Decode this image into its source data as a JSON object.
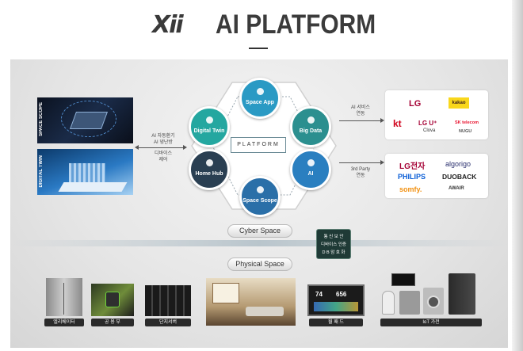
{
  "header": {
    "logo_text": "Xii",
    "title": "AI PLATFORM"
  },
  "left": {
    "image_top_label": "SPACE SCOPE",
    "image_bottom_label": "DIGITAL TWIN",
    "control_text": [
      "AI 자동환기",
      "AI 냉난방",
      "디바이스",
      "제어"
    ]
  },
  "center": {
    "platform_label": "PLATFORM",
    "nodes": [
      {
        "name": "Space App",
        "color": "#2a9ac4"
      },
      {
        "name": "Big Data",
        "color": "#2b8f8f"
      },
      {
        "name": "AI",
        "color": "#2a7fc0"
      },
      {
        "name": "Space Scope",
        "color": "#2a6fa8"
      },
      {
        "name": "Home Hub",
        "color": "#2a3f52"
      },
      {
        "name": "Digital Twin",
        "color": "#24a7a0"
      }
    ]
  },
  "right": {
    "service_text": [
      "AI 서비스",
      "연동"
    ],
    "third_party_text": [
      "3rd Party",
      "연동"
    ],
    "ai_partners": [
      "LG",
      "kakao",
      "kt",
      "LG U⁺",
      "SK telecom",
      "Clova",
      "NUGU"
    ],
    "third_partners": [
      "LG전자",
      "algorigo",
      "PHILIPS",
      "DUOBACK",
      "somfy.",
      "AWAIR"
    ]
  },
  "middle": {
    "cyber_space": "Cyber Space",
    "physical_space": "Physical Space",
    "security": [
      "통 신 보 안",
      "디바이스 인증",
      "D B 암 호 화"
    ]
  },
  "devices": [
    "엘리베이터",
    "공 용 부",
    "단지서버",
    "월 패 드",
    "IoT 가전"
  ],
  "wallpad_readout": [
    "74",
    "656"
  ]
}
